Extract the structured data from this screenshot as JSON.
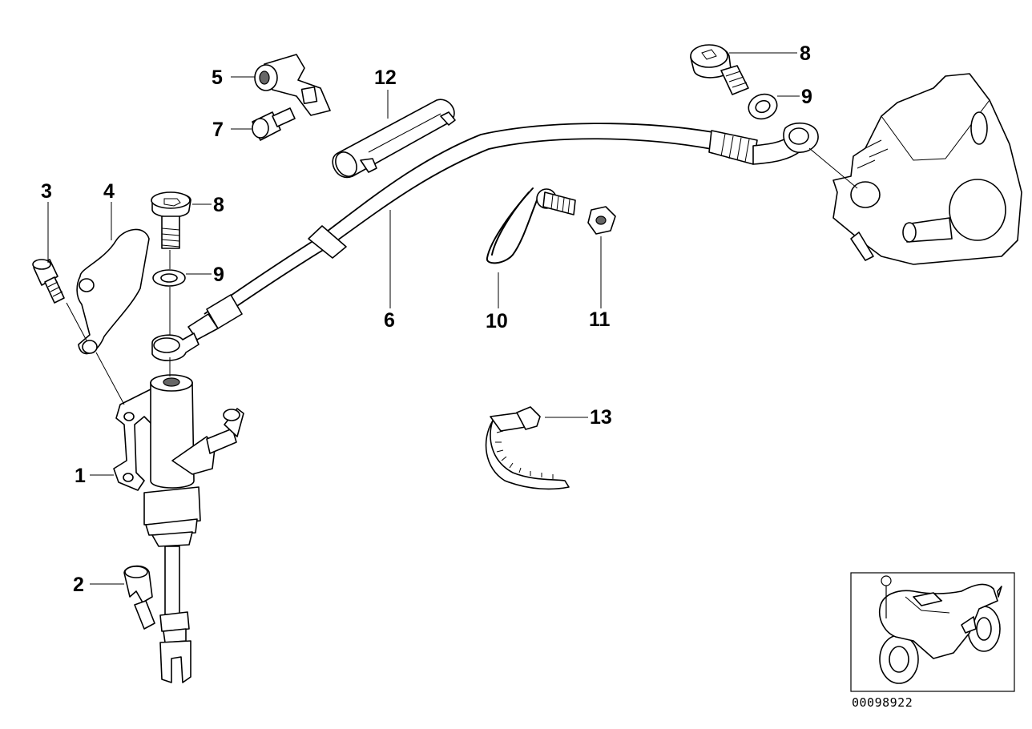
{
  "diagram": {
    "callouts": [
      {
        "key": "c1",
        "label": "1"
      },
      {
        "key": "c2",
        "label": "2"
      },
      {
        "key": "c3",
        "label": "3"
      },
      {
        "key": "c4",
        "label": "4"
      },
      {
        "key": "c5",
        "label": "5"
      },
      {
        "key": "c6",
        "label": "6"
      },
      {
        "key": "c7",
        "label": "7"
      },
      {
        "key": "c8a",
        "label": "8"
      },
      {
        "key": "c8b",
        "label": "8"
      },
      {
        "key": "c9a",
        "label": "9"
      },
      {
        "key": "c9b",
        "label": "9"
      },
      {
        "key": "c10",
        "label": "10"
      },
      {
        "key": "c11",
        "label": "11"
      },
      {
        "key": "c12",
        "label": "12"
      },
      {
        "key": "c13",
        "label": "13"
      }
    ],
    "drawing_number": "00098922"
  }
}
